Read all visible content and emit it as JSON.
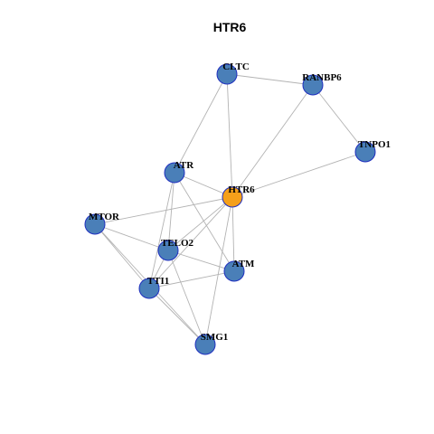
{
  "title": "HTR6",
  "colors": {
    "focus_node": "#f5a01a",
    "node": "#4a7fb8",
    "node_border": "#1f2fbf",
    "edge": "#b3b3b3"
  },
  "nodes": [
    {
      "id": "HTR6",
      "label": "HTR6",
      "focus": true
    },
    {
      "id": "CLTC",
      "label": "CLTC",
      "focus": false
    },
    {
      "id": "RANBP6",
      "label": "RANBP6",
      "focus": false
    },
    {
      "id": "TNPO1",
      "label": "TNPO1",
      "focus": false
    },
    {
      "id": "ATR",
      "label": "ATR",
      "focus": false
    },
    {
      "id": "MTOR",
      "label": "MTOR",
      "focus": false
    },
    {
      "id": "TELO2",
      "label": "TELO2",
      "focus": false
    },
    {
      "id": "ATM",
      "label": "ATM",
      "focus": false
    },
    {
      "id": "TTI1",
      "label": "TTI1",
      "focus": false
    },
    {
      "id": "SMG1",
      "label": "SMG1",
      "focus": false
    }
  ],
  "edges": [
    [
      "CLTC",
      "RANBP6"
    ],
    [
      "CLTC",
      "HTR6"
    ],
    [
      "CLTC",
      "ATR"
    ],
    [
      "RANBP6",
      "HTR6"
    ],
    [
      "RANBP6",
      "TNPO1"
    ],
    [
      "TNPO1",
      "HTR6"
    ],
    [
      "ATR",
      "HTR6"
    ],
    [
      "ATR",
      "ATM"
    ],
    [
      "ATR",
      "TELO2"
    ],
    [
      "ATR",
      "TTI1"
    ],
    [
      "HTR6",
      "MTOR"
    ],
    [
      "HTR6",
      "TELO2"
    ],
    [
      "HTR6",
      "TTI1"
    ],
    [
      "HTR6",
      "ATM"
    ],
    [
      "HTR6",
      "SMG1"
    ],
    [
      "MTOR",
      "TELO2"
    ],
    [
      "MTOR",
      "TTI1"
    ],
    [
      "MTOR",
      "SMG1"
    ],
    [
      "TELO2",
      "ATM"
    ],
    [
      "TELO2",
      "TTI1"
    ],
    [
      "TELO2",
      "SMG1"
    ],
    [
      "TTI1",
      "ATM"
    ],
    [
      "TTI1",
      "SMG1"
    ]
  ]
}
